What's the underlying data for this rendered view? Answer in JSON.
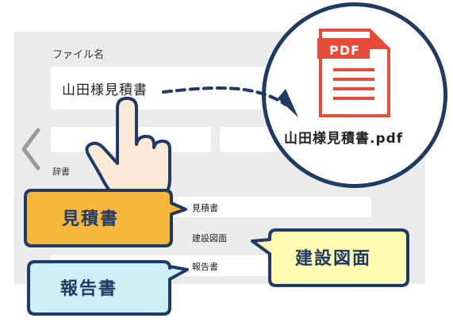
{
  "form": {
    "filename_label": "ファイル名",
    "filename_value": "山田様見積書",
    "dictionary_label": "辞書"
  },
  "dictionary": {
    "items": [
      {
        "label": "見積書"
      },
      {
        "label": "建設図面"
      },
      {
        "label": "報告書"
      }
    ]
  },
  "callouts": {
    "estimate": "見積書",
    "construction": "建設図面",
    "report": "報告書"
  },
  "pdf": {
    "file_type": "PDF",
    "output_filename": "山田様見積書.pdf"
  },
  "colors": {
    "estimate_fill": "#f7b73b",
    "construction_fill": "#fdfbb0",
    "report_fill": "#cdeef5",
    "outline": "#1f3a64",
    "pdf_red": "#e64b3c"
  },
  "icons": {
    "back": "chevron-left-icon",
    "pointer": "hand-pointer-icon",
    "document": "pdf-document-icon"
  }
}
